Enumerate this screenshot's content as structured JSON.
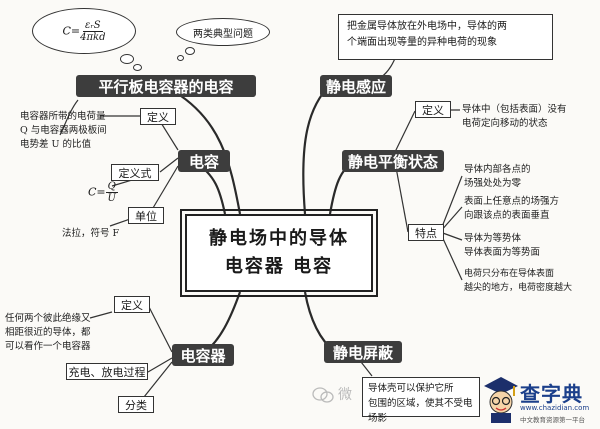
{
  "center": {
    "line1": "静电场中的导体",
    "line2": "电容器  电容"
  },
  "top_left": {
    "title": "平行板电容器的电容",
    "formula": {
      "lhs": "C=",
      "num": "εᵣS",
      "den": "4πkd"
    },
    "bubble_text": "两类典型问题"
  },
  "left_mid": {
    "title": "电容",
    "def_label": "定义",
    "def_text": [
      "电容器所带的电荷量",
      "Q 与电容器两极板间",
      "电势差 U 的比值"
    ],
    "formula_label": "定义式",
    "formula": {
      "lhs": "C=",
      "num": "Q",
      "den": "U"
    },
    "unit_label": "单位",
    "unit_text": "法拉，符号 F"
  },
  "left_bottom": {
    "title": "电容器",
    "def_label": "定义",
    "def_text": [
      "任何两个彼此绝缘又",
      "相距很近的导体，都",
      "可以看作一个电容器"
    ],
    "process_label": "充电、放电过程",
    "class_label": "分类"
  },
  "right_top": {
    "title": "静电感应",
    "text": [
      "把金属导体放在外电场中，导体的两",
      "个端面出现等量的异种电荷的现象"
    ]
  },
  "right_mid": {
    "title": "静电平衡状态",
    "def_label": "定义",
    "def_text": [
      "导体中（包括表面）没有",
      "电荷定向移动的状态"
    ],
    "feature_label": "特点",
    "features": [
      [
        "导体内部各点的",
        "场强处处为零"
      ],
      [
        "表面上任意点的场强方",
        "向跟该点的表面垂直"
      ],
      [
        "导体为等势体",
        "导体表面为等势面"
      ],
      [
        "电荷只分布在导体表面",
        "越尖的地方，电荷密度越大"
      ]
    ]
  },
  "right_bottom": {
    "title": "静电屏蔽",
    "text": [
      "导体壳可以保护它所",
      "包围的区域，使其不受电场影"
    ]
  },
  "watermark": {
    "text": "微",
    "logo": "查字典",
    "logo_sub": "www.chazidian.com",
    "logo_sub2": "中文教育资源第一平台"
  }
}
